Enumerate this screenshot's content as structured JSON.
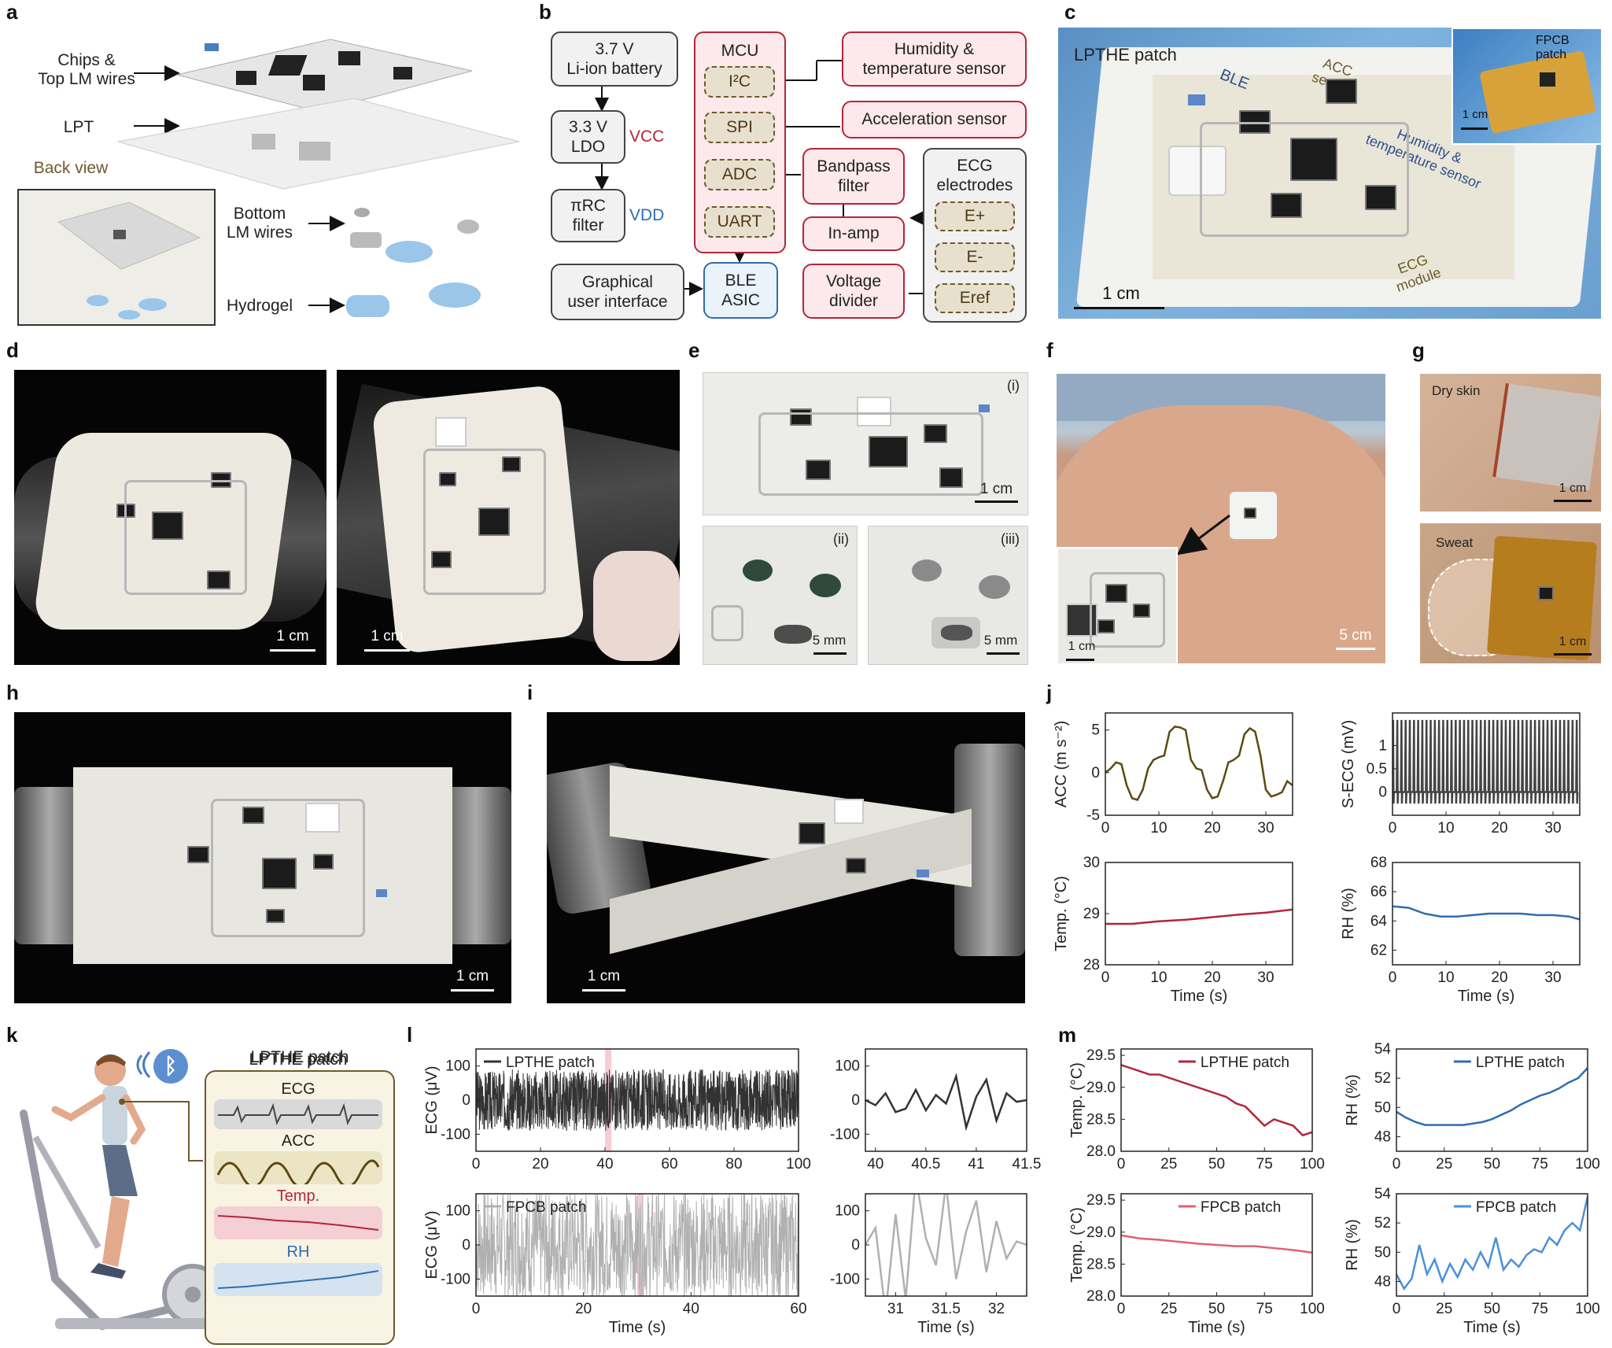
{
  "panels": {
    "a": "a",
    "b": "b",
    "c": "c",
    "d": "d",
    "e": "e",
    "f": "f",
    "g": "g",
    "h": "h",
    "i": "i",
    "j": "j",
    "k": "k",
    "l": "l",
    "m": "m"
  },
  "a": {
    "chips_label": "Chips &\nTop LM wires",
    "lpt_label": "LPT",
    "back_view": "Back view",
    "bottom_label": "Bottom\nLM wires",
    "hydrogel_label": "Hydrogel"
  },
  "b": {
    "battery": "3.7 V\nLi-ion battery",
    "ldo": "3.3 V\nLDO",
    "vcc": "VCC",
    "rc": "πRC\nfilter",
    "vdd": "VDD",
    "gui": "Graphical\nuser interface",
    "mcu": "MCU",
    "i2c": "I²C",
    "spi": "SPI",
    "adc": "ADC",
    "uart": "UART",
    "ble": "BLE\nASIC",
    "humidity": "Humidity &\ntemperature sensor",
    "accel": "Acceleration sensor",
    "bandpass": "Bandpass\nfilter",
    "inamp": "In-amp",
    "voltage": "Voltage\ndivider",
    "ecg_electrodes": "ECG\nelectrodes",
    "eplus": "E+",
    "eminus": "E-",
    "eref": "Eref",
    "colors": {
      "red": "#b3263a",
      "blue": "#2f6db0",
      "gold": "#6d5a2a"
    }
  },
  "c": {
    "title": "LPTHE patch",
    "ble": "BLE",
    "acc": "ACC\nsensor",
    "humidity": "Humidity &\ntemperature sensor",
    "ecg": "ECG\nmodule",
    "inset_title": "FPCB patch",
    "inset_scale": "1 cm",
    "scale": "1 cm"
  },
  "d": {
    "scale1": "1 cm",
    "scale2": "1 cm"
  },
  "e": {
    "i": "(i)",
    "ii": "(ii)",
    "iii": "(iii)",
    "scale_i": "1 cm",
    "scale_ii": "5 mm",
    "scale_iii": "5 mm"
  },
  "f": {
    "inset_scale": "1 cm",
    "scale": "5 cm"
  },
  "g": {
    "dry": "Dry skin",
    "sweat": "Sweat",
    "scale1": "1 cm",
    "scale2": "1 cm"
  },
  "h": {
    "scale": "1 cm"
  },
  "i": {
    "scale": "1 cm"
  },
  "k": {
    "title": "LPTHE patch",
    "ecg": "ECG",
    "acc": "ACC",
    "temp": "Temp.",
    "rh": "RH",
    "bluetooth_icon": "bluetooth-icon"
  },
  "chart_data": [
    {
      "id": "j-acc",
      "type": "line",
      "ylabel": "ACC (m s⁻²)",
      "xlabel": "",
      "xlim": [
        0,
        35
      ],
      "ylim": [
        -5,
        7
      ],
      "xticks": [
        0,
        10,
        20,
        30
      ],
      "yticks": [
        -5,
        0,
        5
      ],
      "series": [
        {
          "color": "#5b4a0e",
          "x": [
            0,
            1,
            2,
            3,
            4,
            5,
            6,
            7,
            8,
            9,
            10,
            11,
            12,
            13,
            14,
            15,
            16,
            17,
            18,
            19,
            20,
            21,
            22,
            23,
            24,
            25,
            26,
            27,
            28,
            29,
            30,
            31,
            32,
            33,
            34,
            35
          ],
          "y": [
            0,
            0.5,
            1.2,
            1.0,
            -1.5,
            -3.0,
            -3.2,
            -2.0,
            0.5,
            1.5,
            1.8,
            2.0,
            4.8,
            5.4,
            5.3,
            5.0,
            1.5,
            0.5,
            0.3,
            -2.0,
            -3.0,
            -2.8,
            -1.0,
            1.2,
            1.5,
            2.0,
            4.5,
            5.2,
            4.8,
            2.0,
            -2.0,
            -2.8,
            -2.6,
            -2.3,
            -1.0,
            -1.5
          ]
        }
      ]
    },
    {
      "id": "j-ecg",
      "type": "line",
      "ylabel": "S-ECG (mV)",
      "xlabel": "",
      "xlim": [
        0,
        35
      ],
      "ylim": [
        -0.5,
        1.7
      ],
      "xticks": [
        0,
        10,
        20,
        30
      ],
      "yticks": [
        0,
        0.5,
        1
      ],
      "series": [
        {
          "color": "#444444",
          "pattern": "spikes",
          "period": 0.78,
          "peak": 1.55,
          "trough": -0.25
        }
      ]
    },
    {
      "id": "j-temp",
      "type": "line",
      "ylabel": "Temp. (°C)",
      "xlabel": "Time (s)",
      "xlim": [
        0,
        35
      ],
      "ylim": [
        28,
        30
      ],
      "xticks": [
        0,
        10,
        20,
        30
      ],
      "yticks": [
        28,
        29,
        30
      ],
      "series": [
        {
          "color": "#b3263a",
          "x": [
            0,
            5,
            10,
            15,
            20,
            25,
            30,
            35
          ],
          "y": [
            28.8,
            28.8,
            28.85,
            28.88,
            28.93,
            28.98,
            29.02,
            29.08
          ]
        }
      ]
    },
    {
      "id": "j-rh",
      "type": "line",
      "ylabel": "RH (%)",
      "xlabel": "Time (s)",
      "xlim": [
        0,
        35
      ],
      "ylim": [
        61,
        68
      ],
      "xticks": [
        0,
        10,
        20,
        30
      ],
      "yticks": [
        62,
        64,
        66,
        68
      ],
      "series": [
        {
          "color": "#2f6db0",
          "x": [
            0,
            3,
            6,
            9,
            12,
            15,
            18,
            21,
            24,
            27,
            30,
            33,
            35
          ],
          "y": [
            65,
            64.9,
            64.5,
            64.3,
            64.3,
            64.4,
            64.5,
            64.5,
            64.5,
            64.4,
            64.4,
            64.3,
            64.1
          ]
        }
      ]
    },
    {
      "id": "l-lpthe",
      "type": "line",
      "ylabel": "ECG (μV)",
      "xlabel": "",
      "xlim": [
        0,
        100
      ],
      "ylim": [
        -150,
        150
      ],
      "xticks": [
        0,
        20,
        40,
        60,
        80,
        100
      ],
      "yticks": [
        -100,
        0,
        100
      ],
      "legend": "LPTHE patch",
      "highlight": [
        40,
        42
      ],
      "series": [
        {
          "color": "#333333",
          "pattern": "noise",
          "amp": 90,
          "n": 1400,
          "seed": 3
        }
      ]
    },
    {
      "id": "l-lpthe-zoom",
      "type": "line",
      "ylabel": "",
      "xlabel": "",
      "xlim": [
        39.9,
        41.5
      ],
      "ylim": [
        -150,
        150
      ],
      "xticks": [
        40,
        40.5,
        41,
        41.5
      ],
      "yticks": [
        -100,
        0,
        100
      ],
      "series": [
        {
          "color": "#333333",
          "x": [
            39.9,
            40,
            40.1,
            40.2,
            40.3,
            40.4,
            40.5,
            40.6,
            40.7,
            40.8,
            40.9,
            41,
            41.1,
            41.2,
            41.3,
            41.4,
            41.5
          ],
          "y": [
            0,
            -15,
            20,
            -35,
            -25,
            30,
            -30,
            15,
            -10,
            70,
            -80,
            10,
            60,
            -60,
            20,
            -5,
            0
          ]
        }
      ]
    },
    {
      "id": "l-fpcb",
      "type": "line",
      "ylabel": "ECG (μV)",
      "xlabel": "Time (s)",
      "xlim": [
        0,
        60
      ],
      "ylim": [
        -150,
        150
      ],
      "xticks": [
        0,
        20,
        40,
        60
      ],
      "yticks": [
        -100,
        0,
        100
      ],
      "legend": "FPCB patch",
      "highlight": [
        30,
        31
      ],
      "series": [
        {
          "color": "#b0b0b0",
          "pattern": "noise",
          "amp": 160,
          "n": 900,
          "seed": 7
        }
      ]
    },
    {
      "id": "l-fpcb-zoom",
      "type": "line",
      "ylabel": "",
      "xlabel": "Time (s)",
      "xlim": [
        30.7,
        32.3
      ],
      "ylim": [
        -150,
        150
      ],
      "xticks": [
        31,
        31.5,
        32
      ],
      "yticks": [
        -100,
        0,
        100
      ],
      "series": [
        {
          "color": "#b0b0b0",
          "x": [
            30.7,
            30.8,
            30.9,
            31,
            31.1,
            31.2,
            31.3,
            31.4,
            31.5,
            31.6,
            31.7,
            31.8,
            31.9,
            32,
            32.1,
            32.2,
            32.3
          ],
          "y": [
            0,
            50,
            -200,
            90,
            -160,
            200,
            20,
            -60,
            180,
            -100,
            40,
            130,
            -80,
            70,
            -40,
            10,
            0
          ]
        }
      ]
    },
    {
      "id": "m-temp-lpthe",
      "type": "line",
      "ylabel": "Temp. (°C)",
      "xlabel": "",
      "xlim": [
        0,
        100
      ],
      "ylim": [
        28,
        29.6
      ],
      "xticks": [
        0,
        25,
        50,
        75,
        100
      ],
      "yticks": [
        28.0,
        28.5,
        29.0,
        29.5
      ],
      "legend": "LPTHE patch",
      "series": [
        {
          "color": "#b3263a",
          "x": [
            0,
            5,
            10,
            15,
            20,
            25,
            30,
            35,
            40,
            45,
            50,
            55,
            60,
            65,
            70,
            75,
            80,
            85,
            90,
            95,
            100
          ],
          "y": [
            29.35,
            29.3,
            29.25,
            29.2,
            29.2,
            29.15,
            29.1,
            29.05,
            29.0,
            28.95,
            28.9,
            28.85,
            28.75,
            28.7,
            28.55,
            28.4,
            28.5,
            28.45,
            28.4,
            28.25,
            28.3
          ]
        }
      ]
    },
    {
      "id": "m-rh-lpthe",
      "type": "line",
      "ylabel": "RH (%)",
      "xlabel": "",
      "xlim": [
        0,
        100
      ],
      "ylim": [
        47,
        54
      ],
      "xticks": [
        0,
        25,
        50,
        75,
        100
      ],
      "yticks": [
        48,
        50,
        52,
        54
      ],
      "legend": "LPTHE patch",
      "series": [
        {
          "color": "#2f6db0",
          "x": [
            0,
            5,
            10,
            15,
            20,
            25,
            30,
            35,
            40,
            45,
            50,
            55,
            60,
            65,
            70,
            75,
            80,
            85,
            90,
            95,
            100
          ],
          "y": [
            49.7,
            49.3,
            49,
            48.8,
            48.8,
            48.8,
            48.8,
            48.8,
            48.9,
            49,
            49.2,
            49.5,
            49.8,
            50.2,
            50.5,
            50.8,
            51,
            51.3,
            51.7,
            52,
            52.7
          ]
        }
      ]
    },
    {
      "id": "m-temp-fpcb",
      "type": "line",
      "ylabel": "Temp. (°C)",
      "xlabel": "Time (s)",
      "xlim": [
        0,
        100
      ],
      "ylim": [
        28,
        29.6
      ],
      "xticks": [
        0,
        25,
        50,
        75,
        100
      ],
      "yticks": [
        28.0,
        28.5,
        29.0,
        29.5
      ],
      "legend": "FPCB patch",
      "series": [
        {
          "color": "#e06070",
          "x": [
            0,
            10,
            20,
            30,
            40,
            50,
            60,
            70,
            80,
            90,
            100
          ],
          "y": [
            28.95,
            28.9,
            28.88,
            28.85,
            28.82,
            28.8,
            28.78,
            28.78,
            28.75,
            28.72,
            28.68
          ]
        }
      ]
    },
    {
      "id": "m-rh-fpcb",
      "type": "line",
      "ylabel": "RH (%)",
      "xlabel": "Time (s)",
      "xlim": [
        0,
        100
      ],
      "ylim": [
        47,
        54
      ],
      "xticks": [
        0,
        25,
        50,
        75,
        100
      ],
      "yticks": [
        48,
        50,
        52,
        54
      ],
      "legend": "FPCB patch",
      "series": [
        {
          "color": "#4a90d9",
          "x": [
            0,
            4,
            8,
            12,
            16,
            20,
            24,
            28,
            32,
            36,
            40,
            44,
            48,
            52,
            56,
            60,
            64,
            68,
            72,
            76,
            80,
            84,
            88,
            92,
            96,
            100
          ],
          "y": [
            48.5,
            47.5,
            48.2,
            50.5,
            48.5,
            49.5,
            48,
            49.2,
            48.3,
            49.5,
            48.8,
            50,
            49,
            51,
            48.8,
            49.5,
            49,
            49.8,
            50.2,
            50,
            51,
            50.5,
            51.5,
            52,
            51.5,
            53.8
          ]
        }
      ]
    }
  ]
}
